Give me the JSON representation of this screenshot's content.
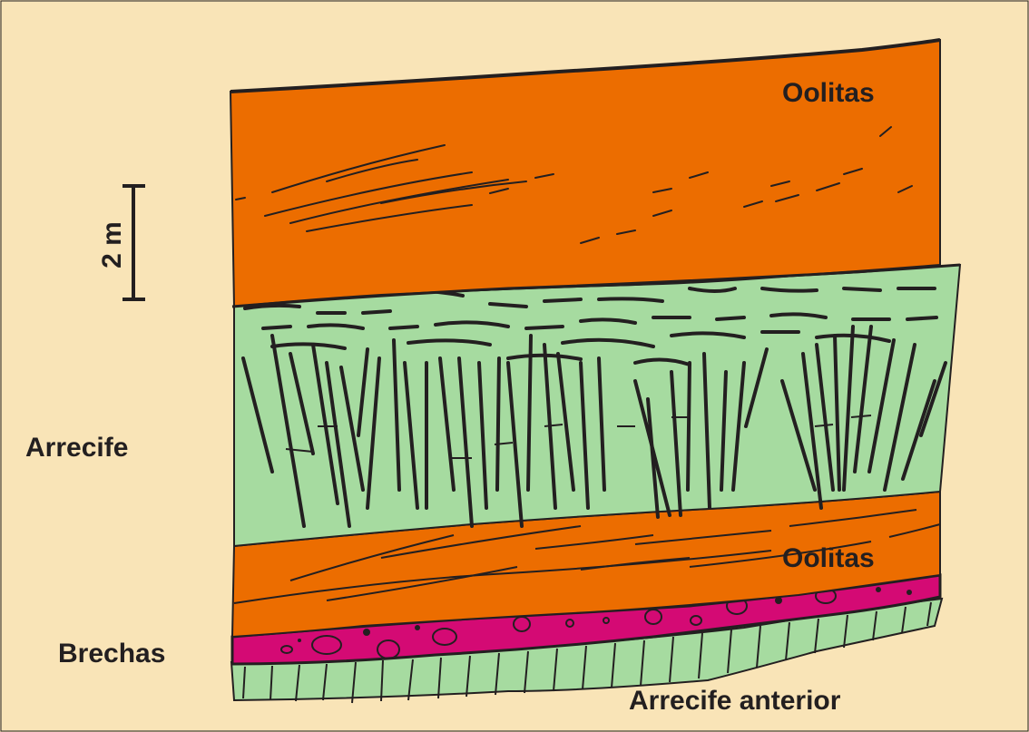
{
  "labels": {
    "oolitas_top": "Oolitas",
    "scale": "2 m",
    "arrecife": "Arrecife",
    "oolitas_bottom": "Oolitas",
    "brechas": "Brechas",
    "arrecife_anterior": "Arrecife anterior"
  },
  "colors": {
    "background": "#F9E4B7",
    "oolitas": "#EC6D00",
    "reef": "#A6DBA0",
    "breccia": "#D40A74",
    "ink": "#231F20"
  }
}
